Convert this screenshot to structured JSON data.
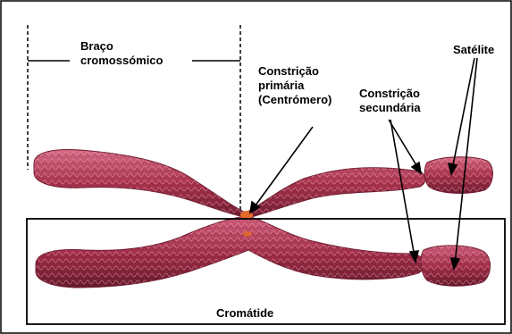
{
  "labels": {
    "arm": [
      "Braço",
      "cromossómico"
    ],
    "primary": [
      "Constrição",
      "primária",
      "(Centrómero)"
    ],
    "secondary": [
      "Constrição",
      "secundária"
    ],
    "satellite": "Satélite",
    "chromatid": "Cromátide"
  },
  "colors": {
    "chromatid_main": "#a8334d",
    "chromatid_light": "#d66a85",
    "chromatid_dark": "#6e1c30",
    "centromere": "#e36a2a",
    "line": "#000000"
  }
}
